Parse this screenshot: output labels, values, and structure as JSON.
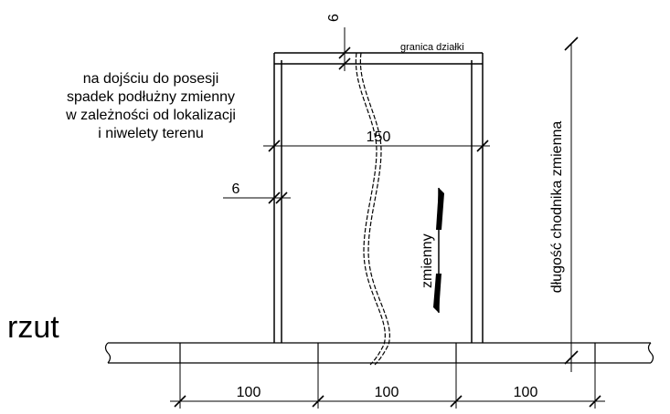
{
  "title": "rzut",
  "note_lines": [
    "na dojściu do posesji",
    "spadek podłużny zmienny",
    "w zależności od lokalizacji",
    "i niwelety terenu"
  ],
  "property_boundary_label": "granica działki",
  "dimensions": {
    "top_offset": "6",
    "width": "150",
    "curb_thickness": "6",
    "bottom": [
      "100",
      "100",
      "100"
    ],
    "length": "długość chodnika zmienna"
  },
  "slope_label": "zmienny"
}
